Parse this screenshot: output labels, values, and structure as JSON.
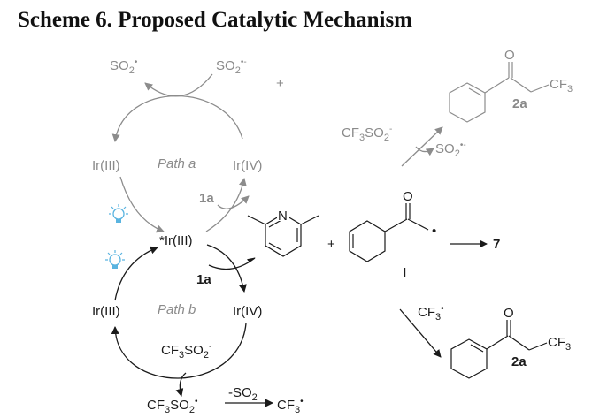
{
  "title": "Scheme 6. Proposed Catalytic Mechanism",
  "cycle_a": {
    "so2_radical": "SO",
    "so2_radical_sub": "2",
    "so2_radical_sup": "•",
    "so2_anion_radical": "SO",
    "so2_anion_radical_sub": "2",
    "so2_anion_radical_sup": "•-",
    "plus": "+",
    "ir3": "Ir(III)",
    "path": "Path a",
    "ir4": "Ir(IV)",
    "reagent": "1a"
  },
  "excited": "*Ir(III)",
  "cycle_b": {
    "reagent": "1a",
    "ir3": "Ir(III)",
    "path": "Path b",
    "ir4": "Ir(IV)",
    "triflinate": "CF",
    "triflinate_sub1": "3",
    "triflinate_mid": "SO",
    "triflinate_sub2": "2",
    "triflinate_sup": "-",
    "radical": "CF",
    "radical_sub1": "3",
    "radical_mid": "SO",
    "radical_sub2": "2",
    "radical_sup": "•",
    "loss": "-SO",
    "loss_sub": "2",
    "cf3": "CF",
    "cf3_sub": "3",
    "cf3_sup": "•"
  },
  "top_right": {
    "product_o": "O",
    "product_cf3": "CF",
    "product_cf3_sub": "3",
    "product_label": "2a",
    "triflinate": "CF",
    "triflinate_sub1": "3",
    "triflinate_mid": "SO",
    "triflinate_sub2": "2",
    "triflinate_sup": "-",
    "so2": "SO",
    "so2_sub": "2",
    "so2_sup": "•-"
  },
  "middle_right": {
    "pyridine_n": "N",
    "plus": "+",
    "acyl_o": "O",
    "acyl_dot": "•",
    "acyl_label": "I",
    "result": "7"
  },
  "bottom_right": {
    "cf3": "CF",
    "cf3_sub": "3",
    "cf3_sup": "•",
    "product_o": "O",
    "product_cf3": "CF",
    "product_cf3_sub": "3",
    "product_label": "2a"
  },
  "icons": [
    "lightbulb-icon",
    "lightbulb-icon"
  ],
  "colors": {
    "dark": "#1a1a1a",
    "gray": "#8c8c8c",
    "light": "#5ab4e0"
  }
}
